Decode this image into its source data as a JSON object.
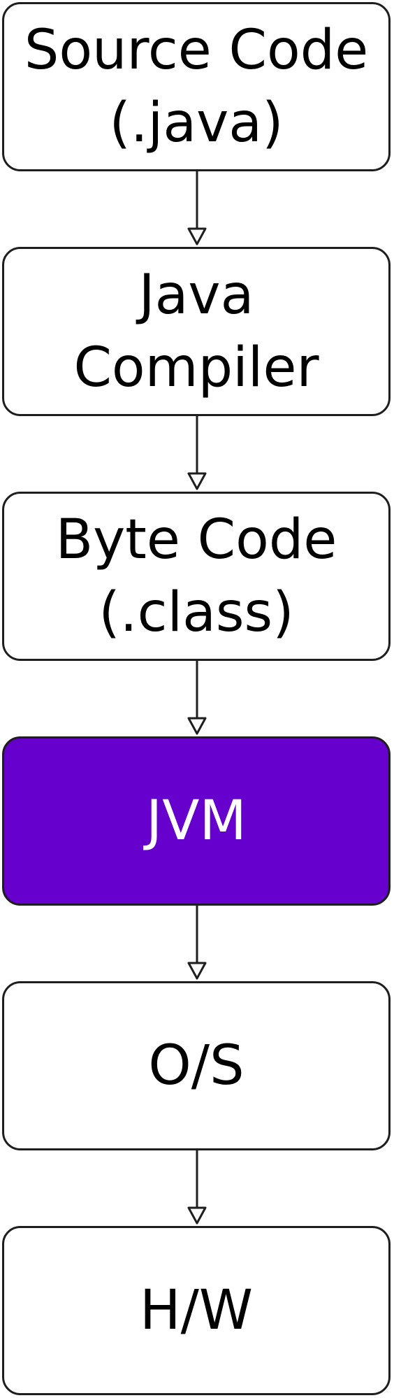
{
  "diagram": {
    "nodes": [
      {
        "id": "source-code",
        "label": "Source Code\n(.java)",
        "fill": "#ffffff",
        "text_color": "#000000"
      },
      {
        "id": "java-compiler",
        "label": "Java\nCompiler",
        "fill": "#ffffff",
        "text_color": "#000000"
      },
      {
        "id": "byte-code",
        "label": "Byte Code\n(.class)",
        "fill": "#ffffff",
        "text_color": "#000000"
      },
      {
        "id": "jvm",
        "label": "JVM",
        "fill": "#6600cc",
        "text_color": "#ffffff"
      },
      {
        "id": "os",
        "label": "O/S",
        "fill": "#ffffff",
        "text_color": "#000000"
      },
      {
        "id": "hw",
        "label": "H/W",
        "fill": "#ffffff",
        "text_color": "#000000"
      }
    ],
    "edges": [
      {
        "from": "source-code",
        "to": "java-compiler"
      },
      {
        "from": "java-compiler",
        "to": "byte-code"
      },
      {
        "from": "byte-code",
        "to": "jvm"
      },
      {
        "from": "jvm",
        "to": "os"
      },
      {
        "from": "os",
        "to": "hw"
      }
    ],
    "stroke_color": "#1e1e1e"
  }
}
